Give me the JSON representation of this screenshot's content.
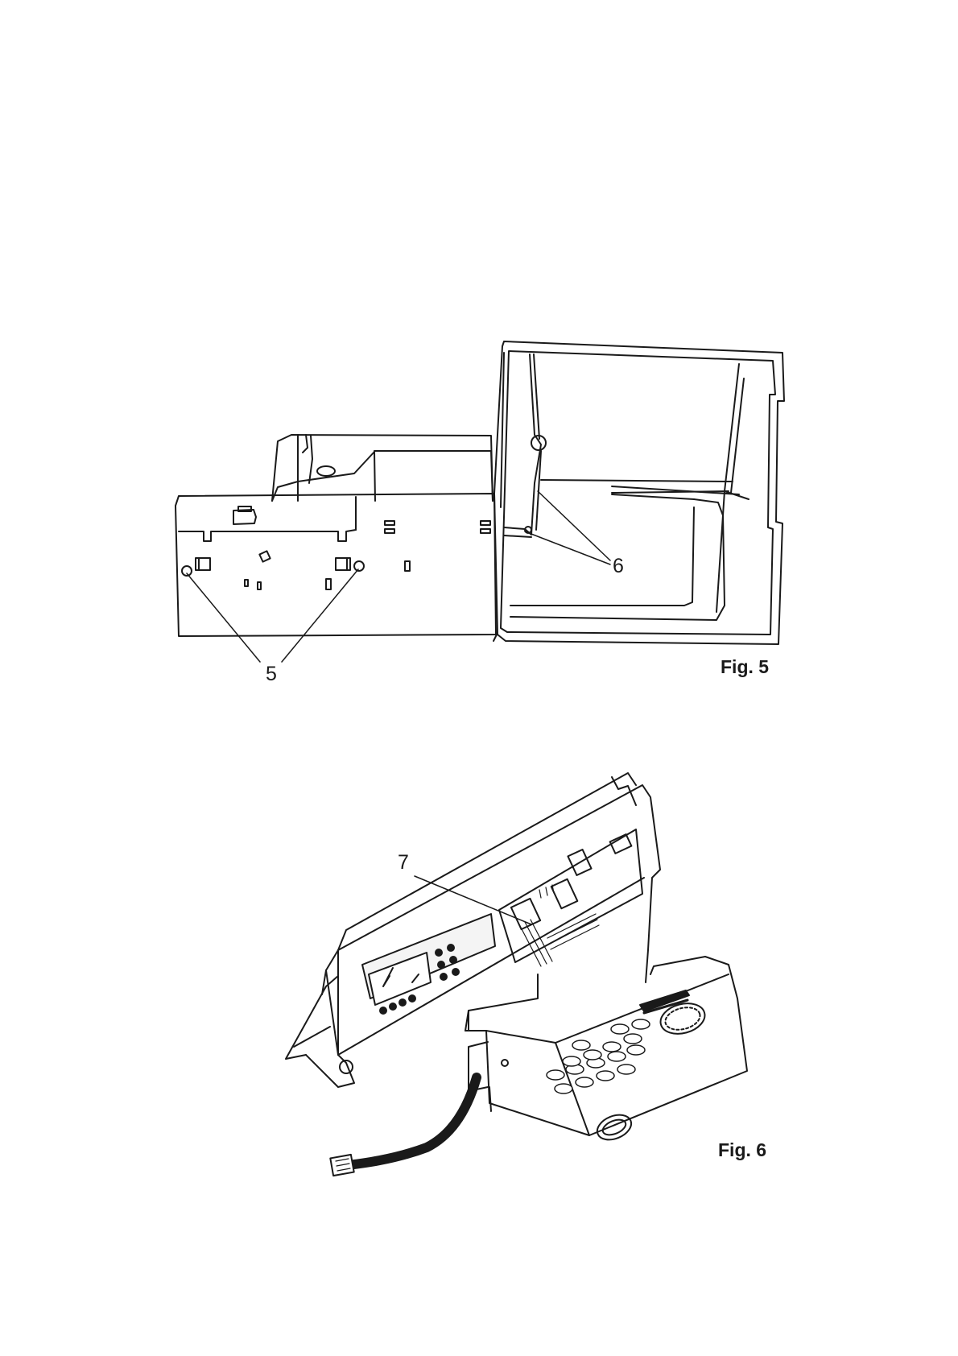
{
  "figures": [
    {
      "caption": "Fig. 5",
      "callouts": [
        "5",
        "6"
      ]
    },
    {
      "caption": "Fig. 6",
      "callouts": [
        "7"
      ]
    }
  ]
}
